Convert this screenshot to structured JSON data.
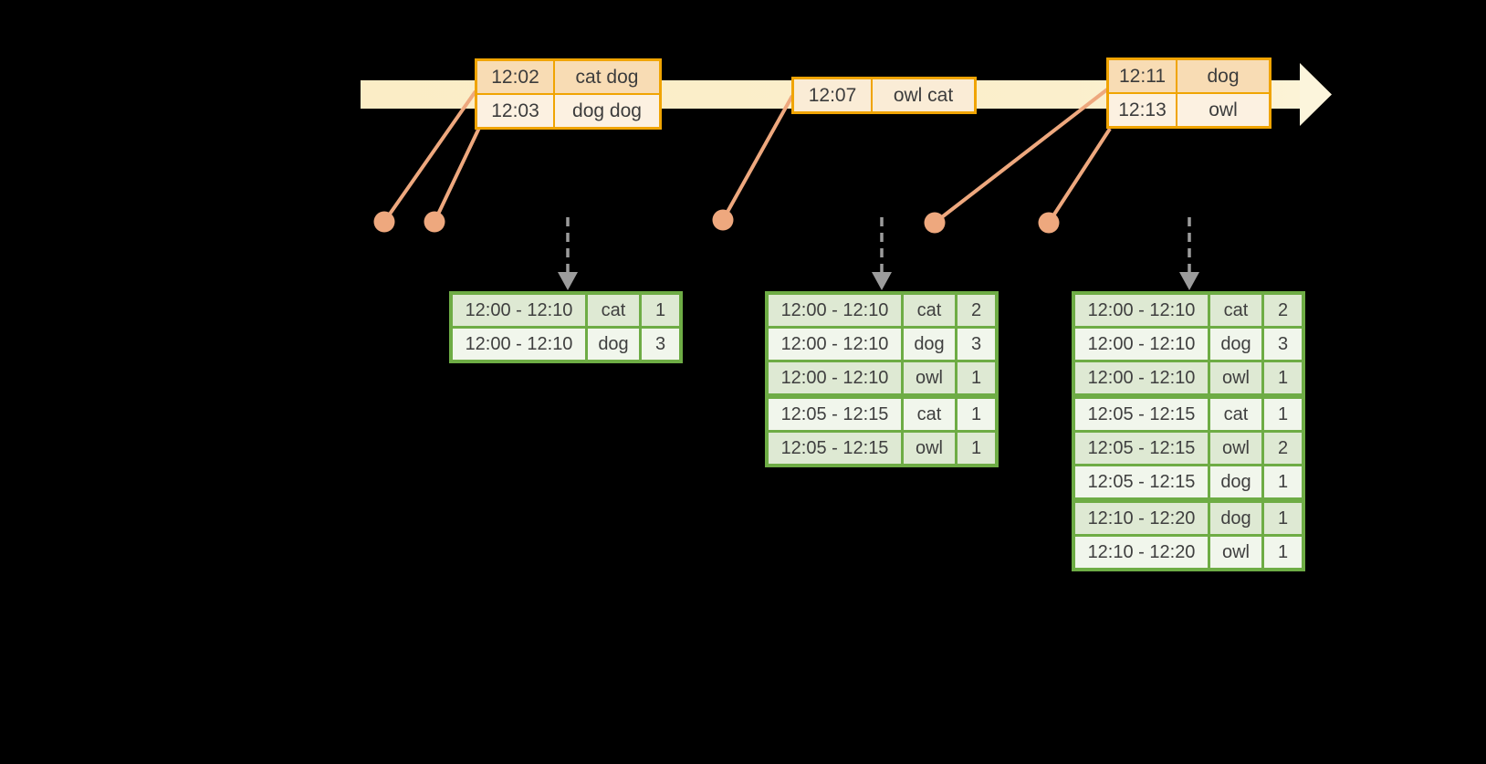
{
  "diagram": {
    "description_visible_only": "event-time windowed word-count stream diagram",
    "colors": {
      "background": "#000000",
      "timeline_band": "#FBEDC6",
      "timeline_band_tip": "#FCF5DC",
      "event_border_gold": "#F0A402",
      "event_row_dark": "#F8DCB4",
      "event_row_light": "#FCF1E1",
      "marker_salmon": "#EEA87E",
      "trigger_gray": "#9C9C9C",
      "result_border_green": "#6EAC45",
      "result_row_dark": "#DEE9D3",
      "result_row_light": "#F1F6EC",
      "text": "#3C3C3C"
    },
    "icons": {
      "timeline-arrow-icon": "right-pointing flow band with triangular tip",
      "event-marker-icon": "filled salmon circle",
      "trigger-arrow-icon": "gray dashed vertical arrow pointing down"
    }
  },
  "timeline": {
    "event_boxes": [
      {
        "rows": [
          {
            "time": "12:02",
            "words": "cat dog",
            "tone": "dark"
          },
          {
            "time": "12:03",
            "words": "dog dog",
            "tone": "light"
          }
        ]
      },
      {
        "rows": [
          {
            "time": "12:07",
            "words": "owl cat",
            "tone": "mid"
          }
        ]
      },
      {
        "rows": [
          {
            "time": "12:11",
            "words": "dog",
            "tone": "dark"
          },
          {
            "time": "12:13",
            "words": "owl",
            "tone": "light"
          }
        ]
      }
    ],
    "event_marker_count": 5,
    "trigger_arrow_count": 3
  },
  "result_tables": [
    {
      "groups": [
        [
          {
            "window": "12:00 - 12:10",
            "word": "cat",
            "count": "1"
          },
          {
            "window": "12:00 - 12:10",
            "word": "dog",
            "count": "3"
          }
        ]
      ]
    },
    {
      "groups": [
        [
          {
            "window": "12:00 - 12:10",
            "word": "cat",
            "count": "2"
          },
          {
            "window": "12:00 - 12:10",
            "word": "dog",
            "count": "3"
          },
          {
            "window": "12:00 - 12:10",
            "word": "owl",
            "count": "1"
          }
        ],
        [
          {
            "window": "12:05 - 12:15",
            "word": "cat",
            "count": "1"
          },
          {
            "window": "12:05 - 12:15",
            "word": "owl",
            "count": "1"
          }
        ]
      ]
    },
    {
      "groups": [
        [
          {
            "window": "12:00 - 12:10",
            "word": "cat",
            "count": "2"
          },
          {
            "window": "12:00 - 12:10",
            "word": "dog",
            "count": "3"
          },
          {
            "window": "12:00 - 12:10",
            "word": "owl",
            "count": "1"
          }
        ],
        [
          {
            "window": "12:05 - 12:15",
            "word": "cat",
            "count": "1"
          },
          {
            "window": "12:05 - 12:15",
            "word": "owl",
            "count": "2"
          },
          {
            "window": "12:05 - 12:15",
            "word": "dog",
            "count": "1"
          }
        ],
        [
          {
            "window": "12:10 - 12:20",
            "word": "dog",
            "count": "1"
          },
          {
            "window": "12:10 - 12:20",
            "word": "owl",
            "count": "1"
          }
        ]
      ]
    }
  ]
}
